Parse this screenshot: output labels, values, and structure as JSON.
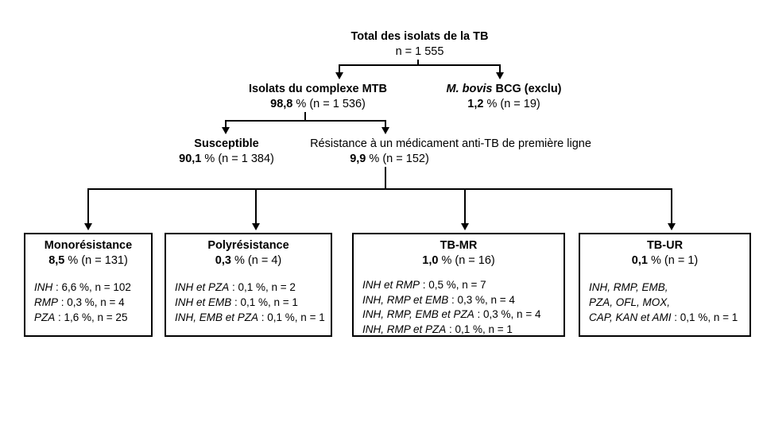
{
  "colors": {
    "background": "#ffffff",
    "text": "#000000",
    "line": "#000000"
  },
  "nodes": {
    "root": {
      "title": "Total des isolats de la TB",
      "subtitle": "n = 1 555"
    },
    "mtb": {
      "title": "Isolats du complexe MTB",
      "pct": "98,8",
      "rest": " % (n = 1 536)"
    },
    "bcg": {
      "title_italic": "M. bovis",
      "title_rest": " BCG (exclu)",
      "pct": "1,2",
      "rest": " % (n = 19)"
    },
    "susceptible": {
      "title": "Susceptible",
      "pct": "90,1",
      "rest": " % (n = 1 384)"
    },
    "resistance": {
      "title": "Résistance à un médicament anti-TB de première ligne",
      "pct": "9,9",
      "rest": " % (n = 152)"
    }
  },
  "boxes": [
    {
      "title": "Monorésistance",
      "pct": "8,5",
      "rest": " % (n = 131)",
      "lines": [
        {
          "italic": "INH",
          "regular": " : 6,6 %, n = 102"
        },
        {
          "italic": "RMP",
          "regular": " : 0,3 %, n = 4"
        },
        {
          "italic": "PZA",
          "regular": " : 1,6 %, n = 25"
        }
      ]
    },
    {
      "title": "Polyrésistance",
      "pct": "0,3",
      "rest": " % (n = 4)",
      "lines": [
        {
          "italic": "INH et PZA",
          "regular": " : 0,1 %, n = 2"
        },
        {
          "italic": "INH et EMB",
          "regular": " : 0,1 %, n = 1"
        },
        {
          "italic": "INH, EMB et PZA",
          "regular": " : 0,1 %, n = 1"
        }
      ]
    },
    {
      "title": "TB-MR",
      "pct": "1,0",
      "rest": " % (n = 16)",
      "lines": [
        {
          "italic": "INH et RMP",
          "regular": " : 0,5 %, n = 7"
        },
        {
          "italic": "INH, RMP et EMB",
          "regular": " : 0,3 %, n = 4"
        },
        {
          "italic": "INH, RMP, EMB et PZA",
          "regular": " : 0,3 %, n = 4"
        },
        {
          "italic": "INH, RMP et PZA",
          "regular": " : 0,1 %, n = 1"
        }
      ]
    },
    {
      "title": "TB-UR",
      "pct": "0,1",
      "rest": " % (n = 1)",
      "lines": [
        {
          "italic": "INH, RMP, EMB,",
          "regular": ""
        },
        {
          "italic": "PZA, OFL, MOX,",
          "regular": ""
        },
        {
          "italic": "CAP, KAN et AMI",
          "regular": " : 0,1 %, n = 1"
        }
      ]
    }
  ]
}
